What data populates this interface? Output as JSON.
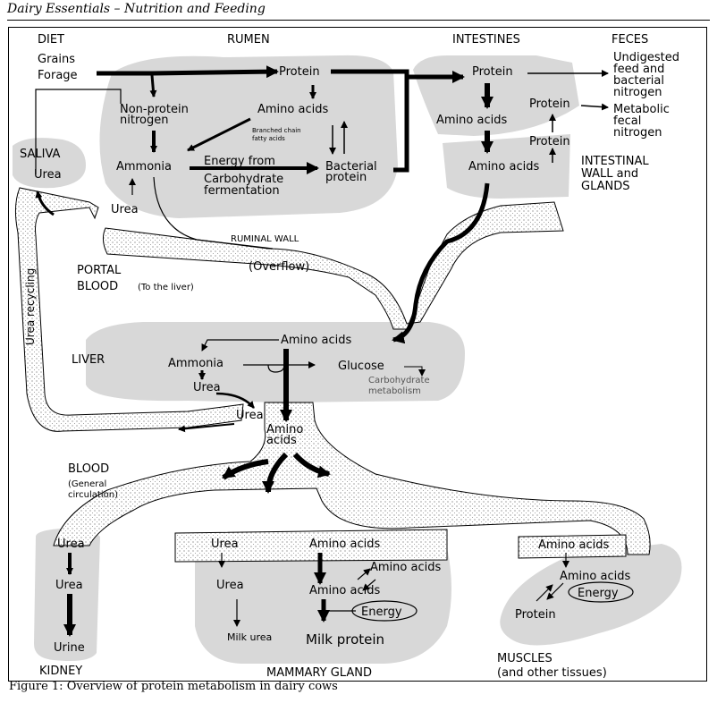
{
  "header": "Dairy Essentials – Nutrition and Feeding",
  "caption": "Figure 1:  Overview of protein metabolism in dairy cows",
  "labels": {
    "diet": "DIET",
    "rumen": "RUMEN",
    "intestines": "INTESTINES",
    "feces": "FECES",
    "grains": "Grains",
    "forage": "Forage",
    "rumen_protein": "Protein",
    "npn_line1": "Non-protein",
    "npn_line2": "nitrogen",
    "rumen_amino": "Amino acids",
    "bcfa_line1": "Branched chain",
    "bcfa_line2": "fatty acids",
    "ammonia": "Ammonia",
    "energy_line1": "Energy from",
    "energy_line2": "Carbohydrate",
    "energy_line3": "fermentation",
    "bact_line1": "Bacterial",
    "bact_line2": "protein",
    "saliva": "SALIVA",
    "saliva_urea": "Urea",
    "rumen_urea": "Urea",
    "int_protein": "Protein",
    "int_amino1": "Amino acids",
    "int_amino2": "Amino acids",
    "int_protein2": "Protein",
    "int_protein3": "Protein",
    "undig_line1": "Undigested",
    "undig_line2": "feed and",
    "undig_line3": "bacterial",
    "undig_line4": "nitrogen",
    "metab_line1": "Metabolic",
    "metab_line2": "fecal",
    "metab_line3": "nitrogen",
    "intwall_line1": "INTESTINAL",
    "intwall_line2": "WALL and",
    "intwall_line3": "GLANDS",
    "ruminal_wall": "RUMINAL WALL",
    "overflow": "(Overflow)",
    "portal": "PORTAL",
    "portal_blood": "BLOOD",
    "to_liver": "(To the liver)",
    "urea_recycling": "Urea recycling",
    "liver": "LIVER",
    "liver_amino": "Amino acids",
    "liver_ammonia": "Ammonia",
    "liver_glucose": "Glucose",
    "liver_urea": "Urea",
    "carb_line1": "Carbohydrate",
    "carb_line2": "metabolism",
    "blood_urea": "Urea",
    "blood_amino1": "Amino",
    "blood_amino2": "acids",
    "blood": "BLOOD",
    "general_line1": "(General",
    "general_line2": "circulation)",
    "kidney_urea1": "Urea",
    "kidney_urea2": "Urea",
    "urine": "Urine",
    "kidney": "KIDNEY",
    "mam_urea1": "Urea",
    "mam_urea2": "Urea",
    "milk_urea": "Milk urea",
    "mam_amino1": "Amino acids",
    "mam_amino2": "Amino acids",
    "mam_amino3": "Amino acids",
    "mam_energy": "Energy",
    "milk_protein": "Milk protein",
    "mammary": "MAMMARY GLAND",
    "mus_amino1": "Amino acids",
    "mus_amino2": "Amino acids",
    "mus_energy": "Energy",
    "mus_protein": "Protein",
    "muscles_line1": "MUSCLES",
    "muscles_line2": "(and other tissues)"
  }
}
